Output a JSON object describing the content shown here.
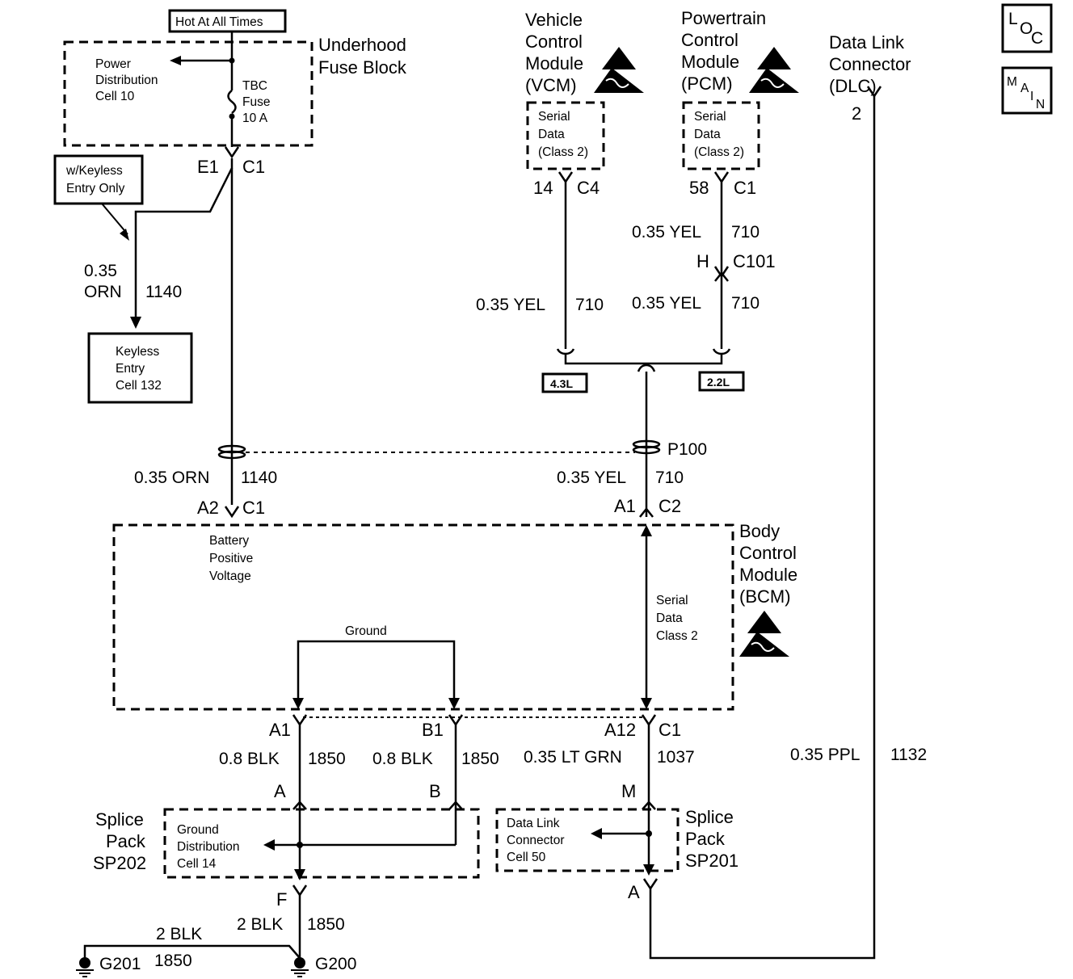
{
  "hot_label": "Hot At All Times",
  "fuse_block": {
    "title1": "Underhood",
    "title2": "Fuse Block",
    "pd1": "Power",
    "pd2": "Distribution",
    "pd3": "Cell 10",
    "fuse1": "TBC",
    "fuse2": "Fuse",
    "fuse3": "10 A",
    "pin": "E1",
    "conn": "C1"
  },
  "keyless_note": {
    "line1": "w/Keyless",
    "line2": "Entry Only"
  },
  "wire_1140_top": {
    "gauge": "0.35",
    "color": "ORN",
    "circuit": "1140"
  },
  "keyless_box": {
    "line1": "Keyless",
    "line2": "Entry",
    "line3": "Cell 132"
  },
  "vcm": {
    "l1": "Vehicle",
    "l2": "Control",
    "l3": "Module",
    "l4": "(VCM)",
    "s1": "Serial",
    "s2": "Data",
    "s3": "(Class 2)",
    "pin": "14",
    "conn": "C4"
  },
  "pcm": {
    "l1": "Powertrain",
    "l2": "Control",
    "l3": "Module",
    "l4": "(PCM)",
    "s1": "Serial",
    "s2": "Data",
    "s3": "(Class 2)",
    "pin": "58",
    "conn": "C1"
  },
  "dlc": {
    "l1": "Data Link",
    "l2": "Connector",
    "l3": "(DLC)",
    "pin": "2"
  },
  "loc_icon": {
    "a": "L",
    "b": "O",
    "c": "C"
  },
  "main_icon": {
    "a": "M",
    "b": "A",
    "c": "I",
    "d": "N"
  },
  "wire_pcm_top": {
    "label": "0.35 YEL",
    "circuit": "710"
  },
  "c101": {
    "pin": "H",
    "conn": "C101"
  },
  "wire_vcm": {
    "label": "0.35 YEL",
    "circuit": "710"
  },
  "wire_pcm_bottom": {
    "label": "0.35 YEL",
    "circuit": "710"
  },
  "engine_43": "4.3L",
  "engine_22": "2.2L",
  "p100": "P100",
  "wire_1140_bcm": {
    "label": "0.35 ORN",
    "circuit": "1140"
  },
  "wire_710_bcm": {
    "label": "0.35 YEL",
    "circuit": "710"
  },
  "bcm_top_left": {
    "pin": "A2",
    "conn": "C1"
  },
  "bcm_top_right": {
    "pin": "A1",
    "conn": "C2"
  },
  "bcm": {
    "l1": "Body",
    "l2": "Control",
    "l3": "Module",
    "l4": "(BCM)",
    "bpv1": "Battery",
    "bpv2": "Positive",
    "bpv3": "Voltage",
    "ground": "Ground",
    "sd1": "Serial",
    "sd2": "Data",
    "sd3": "Class 2"
  },
  "bcm_bottom": {
    "a1": "A1",
    "b1": "B1",
    "a12": "A12",
    "c1": "C1"
  },
  "wire_a1": {
    "label": "0.8 BLK",
    "circuit": "1850"
  },
  "wire_b1": {
    "label": "0.8 BLK",
    "circuit": "1850"
  },
  "wire_a12": {
    "label": "0.35 LT GRN",
    "circuit": "1037"
  },
  "wire_dlc": {
    "label": "0.35 PPL",
    "circuit": "1132"
  },
  "splice_pins": {
    "a": "A",
    "b": "B",
    "m": "M",
    "f": "F",
    "a2": "A"
  },
  "sp202": {
    "l1": "Splice",
    "l2": "Pack",
    "l3": "SP202",
    "g1": "Ground",
    "g2": "Distribution",
    "g3": "Cell 14"
  },
  "sp201": {
    "l1": "Splice",
    "l2": "Pack",
    "l3": "SP201",
    "d1": "Data Link",
    "d2": "Connector",
    "d3": "Cell 50"
  },
  "wire_g200": {
    "label": "2 BLK",
    "circuit": "1850"
  },
  "wire_g201": {
    "label": "2 BLK",
    "circuit": "1850"
  },
  "g200": "G200",
  "g201": "G201"
}
